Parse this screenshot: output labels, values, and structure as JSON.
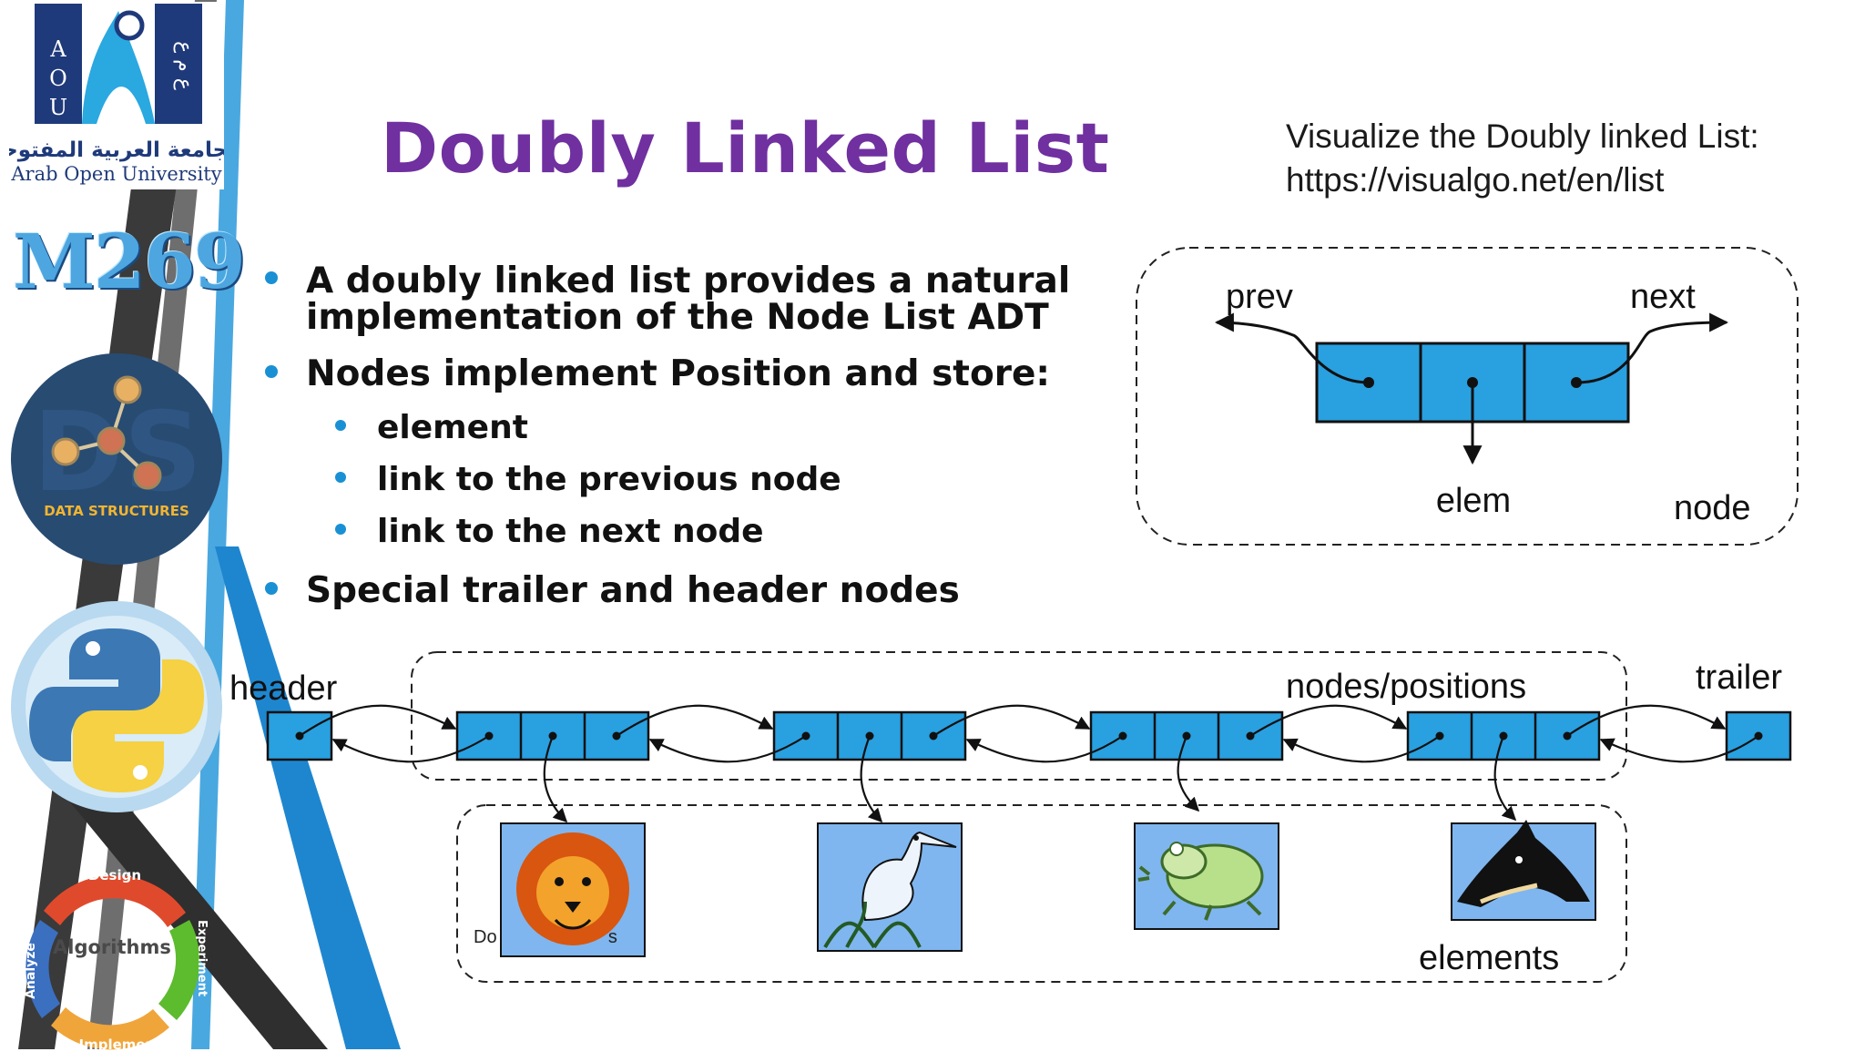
{
  "slide": {
    "title": "Doubly Linked List",
    "visualize_line1": "Visualize the Doubly linked List:",
    "visualize_line2": "https://visualgo.net/en/list"
  },
  "logo": {
    "arabic_name": "الجامعة العربية المفتوحة",
    "english_name": "Arab Open University",
    "letters_left": [
      "A",
      "O",
      "U"
    ],
    "letters_right": "ع م ع"
  },
  "course": {
    "code": "M269"
  },
  "badges": {
    "data_structures": "DATA STRUCTURES",
    "ds_watermark": "DS",
    "algorithms": "Algorithms",
    "cycle": [
      "Design",
      "Experiment",
      "Implement",
      "Analyze"
    ]
  },
  "bullets": [
    {
      "level": 1,
      "text": "A doubly linked list provides a natural"
    },
    {
      "level": 1,
      "text": "implementation of the Node List ADT",
      "continuation": true
    },
    {
      "level": 1,
      "text": "Nodes implement Position and store:"
    },
    {
      "level": 2,
      "text": "element"
    },
    {
      "level": 2,
      "text": "link to the previous node"
    },
    {
      "level": 2,
      "text": "link to the next node"
    },
    {
      "level": 1,
      "text": "Special trailer and header nodes"
    }
  ],
  "node_diagram": {
    "prev": "prev",
    "next": "next",
    "elem": "elem",
    "node": "node"
  },
  "list_diagram": {
    "header": "header",
    "trailer": "trailer",
    "nodes_positions": "nodes/positions",
    "elements": "elements",
    "element_images": [
      "lion",
      "heron",
      "frog",
      "horse"
    ]
  },
  "colors": {
    "title": "#7030a0",
    "node_fill": "#29a0e0",
    "bullet": "#1a90d4",
    "image_bg": "#7fb6ef"
  },
  "footer_fragment": "Do                      s"
}
